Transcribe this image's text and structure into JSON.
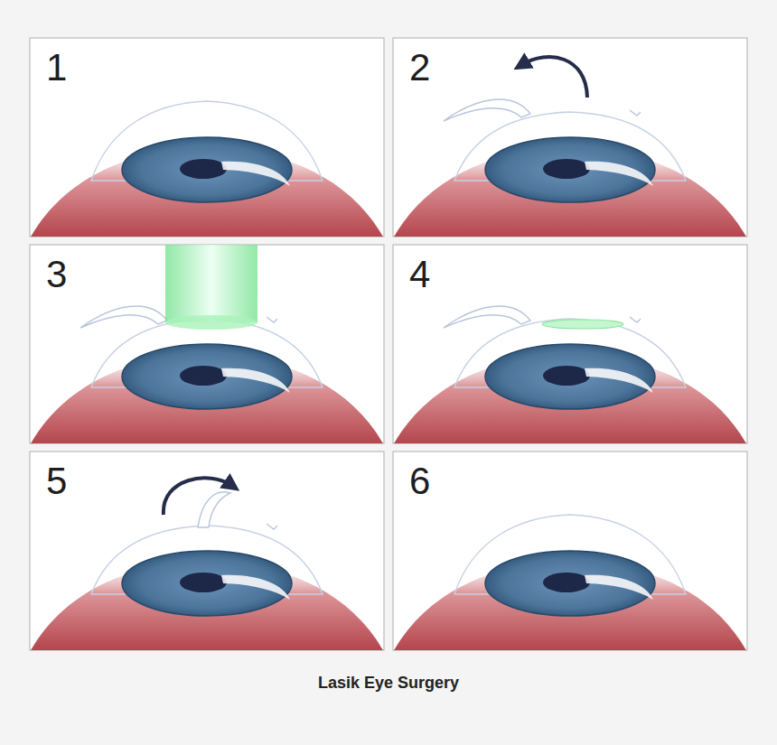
{
  "diagram": {
    "caption": "Lasik Eye Surgery",
    "labels": [
      "1",
      "2",
      "3",
      "4",
      "5",
      "6"
    ]
  }
}
